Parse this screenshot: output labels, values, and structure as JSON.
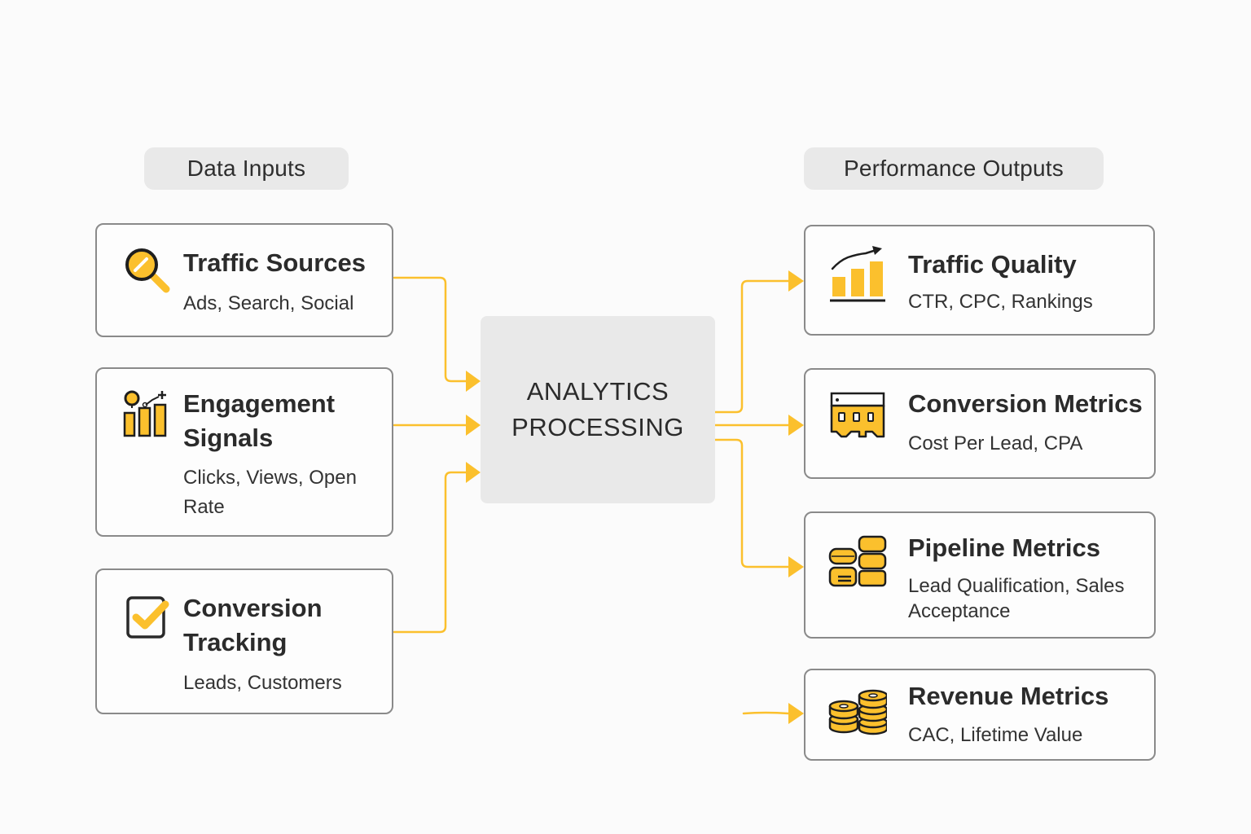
{
  "theme": {
    "accent": "#fbc02d",
    "border": "#8a8a8a",
    "background": "#fbfbfb",
    "panel": "#e9e9e9",
    "text": "#2b2b2b"
  },
  "inputs": {
    "header": "Data Inputs",
    "cards": [
      {
        "title": "Traffic Sources",
        "subtitle": "Ads, Search, Social",
        "icon": "magnifier-icon"
      },
      {
        "title": "Engagement Signals",
        "subtitle": "Clicks, Views, Open Rate",
        "icon": "engagement-chart-icon"
      },
      {
        "title": "Conversion Tracking",
        "subtitle": "Leads, Customers",
        "icon": "checkbox-check-icon"
      }
    ]
  },
  "center": {
    "line1": "ANALYTICS",
    "line2": "PROCESSING"
  },
  "outputs": {
    "header": "Performance Outputs",
    "cards": [
      {
        "title": "Traffic Quality",
        "subtitle": "CTR, CPC, Rankings",
        "icon": "growth-bar-chart-icon"
      },
      {
        "title": "Conversion Metrics",
        "subtitle": "Cost Per Lead, CPA",
        "icon": "storefront-icon"
      },
      {
        "title": "Pipeline Metrics",
        "subtitle": "Lead Qualification, Sales Acceptance",
        "icon": "stacked-blocks-icon"
      },
      {
        "title": "Revenue Metrics",
        "subtitle": "CAC, Lifetime Value",
        "icon": "coin-stacks-icon"
      }
    ]
  },
  "connections": [
    {
      "from": "Traffic Sources",
      "to": "ANALYTICS PROCESSING"
    },
    {
      "from": "Engagement Signals",
      "to": "ANALYTICS PROCESSING"
    },
    {
      "from": "Conversion Tracking",
      "to": "ANALYTICS PROCESSING"
    },
    {
      "from": "ANALYTICS PROCESSING",
      "to": "Traffic Quality"
    },
    {
      "from": "ANALYTICS PROCESSING",
      "to": "Conversion Metrics"
    },
    {
      "from": "ANALYTICS PROCESSING",
      "to": "Pipeline Metrics"
    },
    {
      "from": "(unconnected)",
      "to": "Revenue Metrics"
    }
  ]
}
